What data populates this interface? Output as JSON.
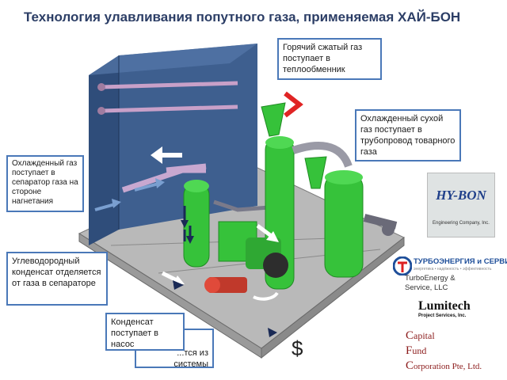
{
  "title": "Технология улавливания попутного газа, применяемая ХАЙ-БОН",
  "callouts": {
    "hot_gas": "Горячий сжатый газ поступает в теплообменник",
    "cooled_dry": "Охлажденный сухой газ поступает в трубопровод товарного газа",
    "cooled_gas_separator": "Охлажденный газ поступает в сепаратор газа на стороне нагнетания",
    "hydrocarbon_condensate": "Углеводородный конденсат отделяется от газа в сепараторе",
    "condensate_pump": "Конденсат поступает в насос",
    "removed_hidden": "...тся из системы"
  },
  "logos": {
    "hybon": "HY-BON",
    "hybon_sub": "Engineering Company, Inc.",
    "turbo": "ТУРБОЭНЕРГИЯ и СЕРВИС",
    "turbo_sub": "энергетика • надёжность • эффективность",
    "turbo_en": "TurboEnergy & Service, LLC",
    "lumitech": "Lumitech",
    "lumitech_sub": "Project Services, Inc.",
    "capital": [
      {
        "cap": "C",
        "rest": "apital"
      },
      {
        "cap": "F",
        "rest": "und"
      },
      {
        "cap": "C",
        "rest": "orporation Pte, Ltd."
      }
    ]
  },
  "dollar": "$",
  "colors": {
    "title": "#2c3e66",
    "callout_border": "#4a78b8",
    "cooler": "#3e5f8f",
    "green": "#36c23a",
    "red": "#e02424"
  }
}
